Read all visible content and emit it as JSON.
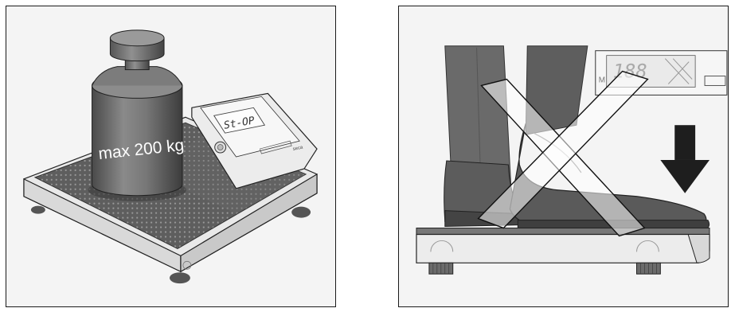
{
  "left_panel": {
    "weight_label": "max 200 kg",
    "display_text": "St-OP",
    "brand_text": "seca"
  },
  "right_panel": {
    "display_digits": "188",
    "memory_label": "M"
  },
  "colors": {
    "weight": "#6e6e6e",
    "scale_platform": "#606060",
    "scale_base": "#e8e8e8",
    "trousers": "#6a6a6a",
    "shoe": "#5c5c5c",
    "arrow": "#1e1e1e",
    "cross": "#ffffff"
  },
  "icons": [
    "weight-icon",
    "scale-icon",
    "foot-icon",
    "cross-icon",
    "arrow-down-icon"
  ]
}
